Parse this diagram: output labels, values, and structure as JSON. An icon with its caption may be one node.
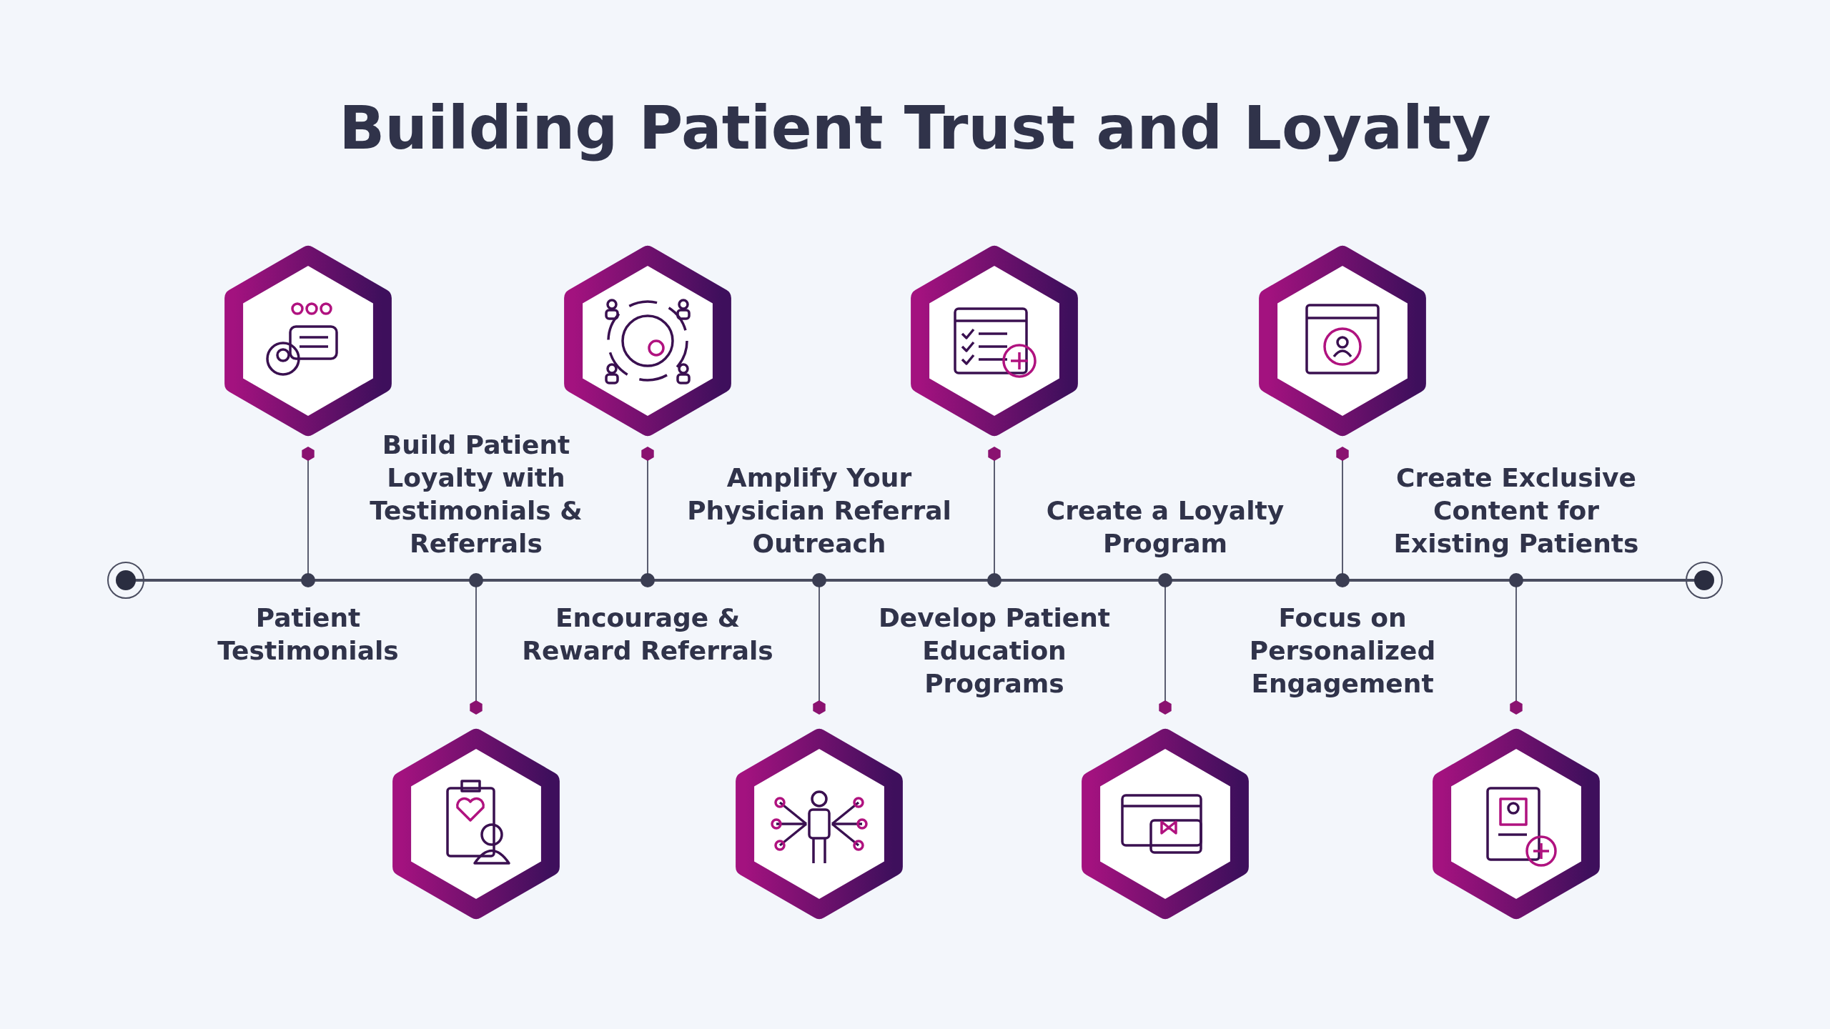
{
  "diagram": {
    "title": "Building Patient Trust and Loyalty",
    "labels": [
      "Patient Testimonials",
      "Build Patient Loyalty with Testimonials & Referrals",
      "Encourage & Reward Referrals",
      "Amplify Your Physician Referral Outreach",
      "Develop Patient Education Programs",
      "Create a Loyalty Program",
      "Focus on Personalized Engagement",
      "Create Exclusive Content for Existing Patients"
    ]
  }
}
